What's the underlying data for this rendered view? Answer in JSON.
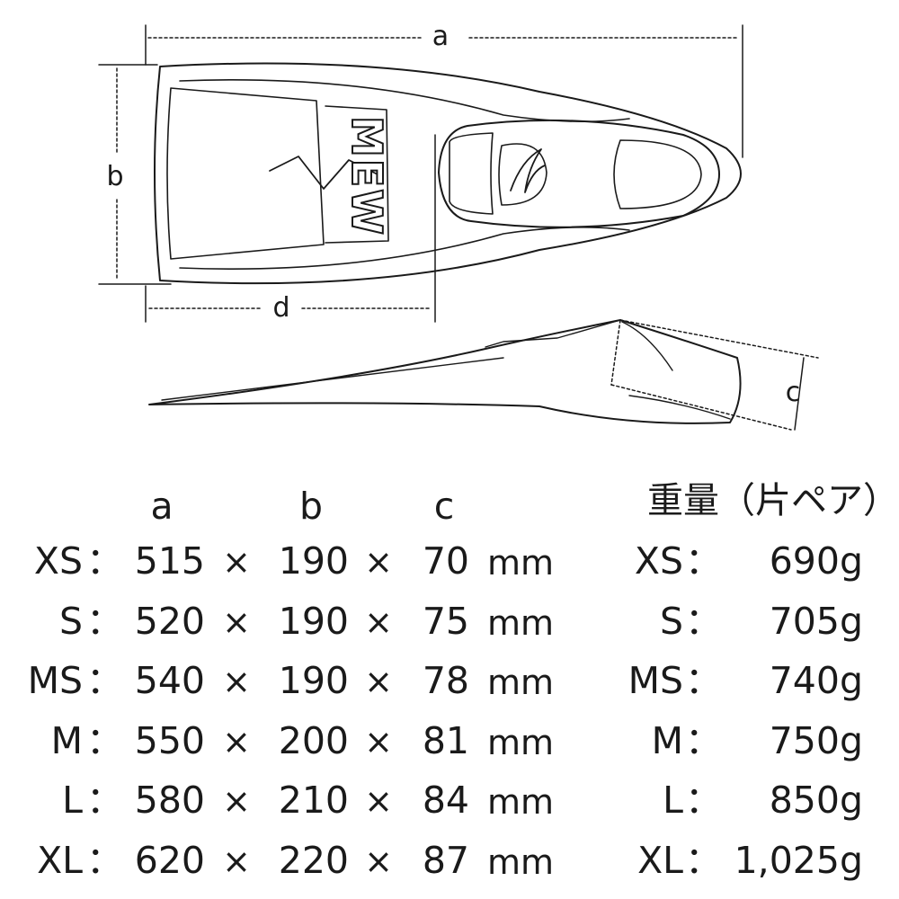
{
  "dimension_labels": {
    "a": "a",
    "b": "b",
    "c": "c",
    "d": "d"
  },
  "logo": "MEW",
  "spec_table": {
    "column_headers": [
      "a",
      "b",
      "c"
    ],
    "weight_header": "重量（片ペア）",
    "times_symbol": "×",
    "colon": "：",
    "unit": "mm",
    "rows": [
      {
        "size": "XS",
        "a": "515",
        "b": "190",
        "c": "70",
        "weight": "690g"
      },
      {
        "size": "S",
        "a": "520",
        "b": "190",
        "c": "75",
        "weight": "705g"
      },
      {
        "size": "MS",
        "a": "540",
        "b": "190",
        "c": "78",
        "weight": "740g"
      },
      {
        "size": "M",
        "a": "550",
        "b": "200",
        "c": "81",
        "weight": "750g"
      },
      {
        "size": "L",
        "a": "580",
        "b": "210",
        "c": "84",
        "weight": "850g"
      },
      {
        "size": "XL",
        "a": "620",
        "b": "220",
        "c": "87",
        "weight": "1,025g"
      }
    ]
  }
}
